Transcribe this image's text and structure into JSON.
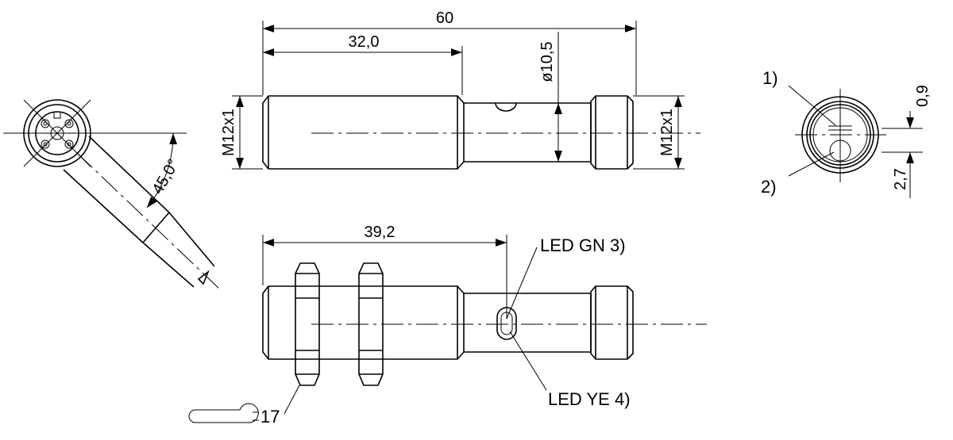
{
  "dimensions": {
    "overall_length": "60",
    "thread_section_length": "32,0",
    "body_diameter": "ø10,5",
    "thread_left": "M12x1",
    "thread_right": "M12x1",
    "nut_position": "39,2",
    "cable_angle": "45,0°",
    "offset_top": "0,9",
    "offset_bottom": "2,7",
    "wrench_size": "17"
  },
  "callouts": {
    "note_1": "1)",
    "note_2": "2)",
    "led_green": "LED GN 3)",
    "led_yellow": "LED YE 4)"
  },
  "icons": [
    "wrench-icon",
    "diameter-symbol"
  ]
}
